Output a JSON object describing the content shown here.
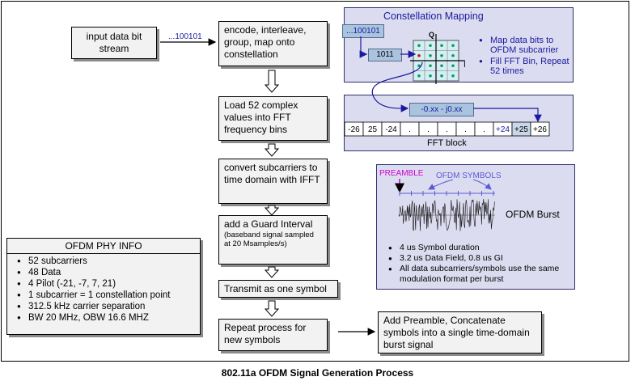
{
  "caption": "802.11a OFDM Signal Generation Process",
  "input_box": "input data bit stream",
  "bit_label": "...100101",
  "steps": {
    "encode": "encode, interleave, group, map onto constellation",
    "load": "Load 52 complex values into FFT frequency bins",
    "ifft": "convert subcarriers to time domain with IFFT",
    "guard_title": "add a Guard Interval",
    "guard_note": "(baseband signal sampled at 20 Msamples/s)",
    "transmit": "Transmit as one symbol",
    "repeat": "Repeat process  for new symbols",
    "preamble": "Add Preamble, Concatenate symbols into a single time-domain burst signal"
  },
  "constellation": {
    "title": "Constellation Mapping",
    "bits": "...100101",
    "group": "1011",
    "axis_q": "Q",
    "axis_i": "I",
    "bullets": [
      "Map data bits to OFDM subcarrier",
      "Fill FFT Bin, Repeat 52 times"
    ]
  },
  "fft": {
    "value": "-0.xx - j0.xx",
    "cells": [
      "-26",
      "25",
      "-24",
      ".",
      ".",
      ".",
      ".",
      ".",
      "+24",
      "+25",
      "+26"
    ],
    "label": "FFT block"
  },
  "burst": {
    "preamble": "PREAMBLE",
    "symbols": "OFDM SYMBOLS",
    "label": "OFDM Burst",
    "bullets": [
      "4 us Symbol duration",
      "3.2 us Data Field, 0.8 us GI",
      "All data subcarriers/symbols use the same modulation format per burst"
    ]
  },
  "phy": {
    "title": "OFDM PHY INFO",
    "items": [
      "52 subcarriers",
      "48 Data",
      "4 Pilot  (-21, -7, 7, 21)",
      "1 subcarrier = 1 constellation point",
      "312.5 kHz carrier separation",
      "BW 20 MHz, OBW 16.6 MHZ"
    ]
  },
  "colors": {
    "panel": "#dcdcf0",
    "accent": "#1a1aa0",
    "preamble": "#cc00cc",
    "symbols": "#5a5ad8",
    "box": "#f2f2f2"
  }
}
